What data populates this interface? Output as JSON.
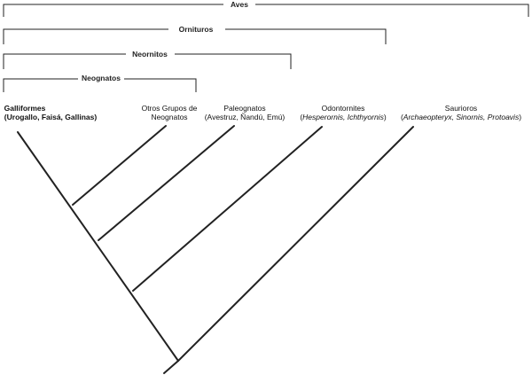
{
  "brackets": {
    "aves": "Aves",
    "ornituros": "Ornituros",
    "neornitos": "Neornitos",
    "neognatos": "Neognatos"
  },
  "taxa": {
    "galliformes": {
      "name": "Galliformes",
      "examples": "(Urogallo, Faisá, Gallinas)"
    },
    "otros_neognatos": {
      "name_line1": "Otros Grupos de",
      "name_line2": "Neognatos"
    },
    "paleognatos": {
      "name": "Paleognatos",
      "examples": "(Avestruz, Ñandú, Emú)"
    },
    "odontornites": {
      "name": "Odontornites",
      "examples_open": "(",
      "examples_italic": "Hesperornis, Ichthyornis",
      "examples_close": ")"
    },
    "saurioros": {
      "name": "Saurioros",
      "examples_open": "(",
      "examples_italic": "Archaeopteryx, Sinornis, Protoavis",
      "examples_close": ")"
    }
  }
}
